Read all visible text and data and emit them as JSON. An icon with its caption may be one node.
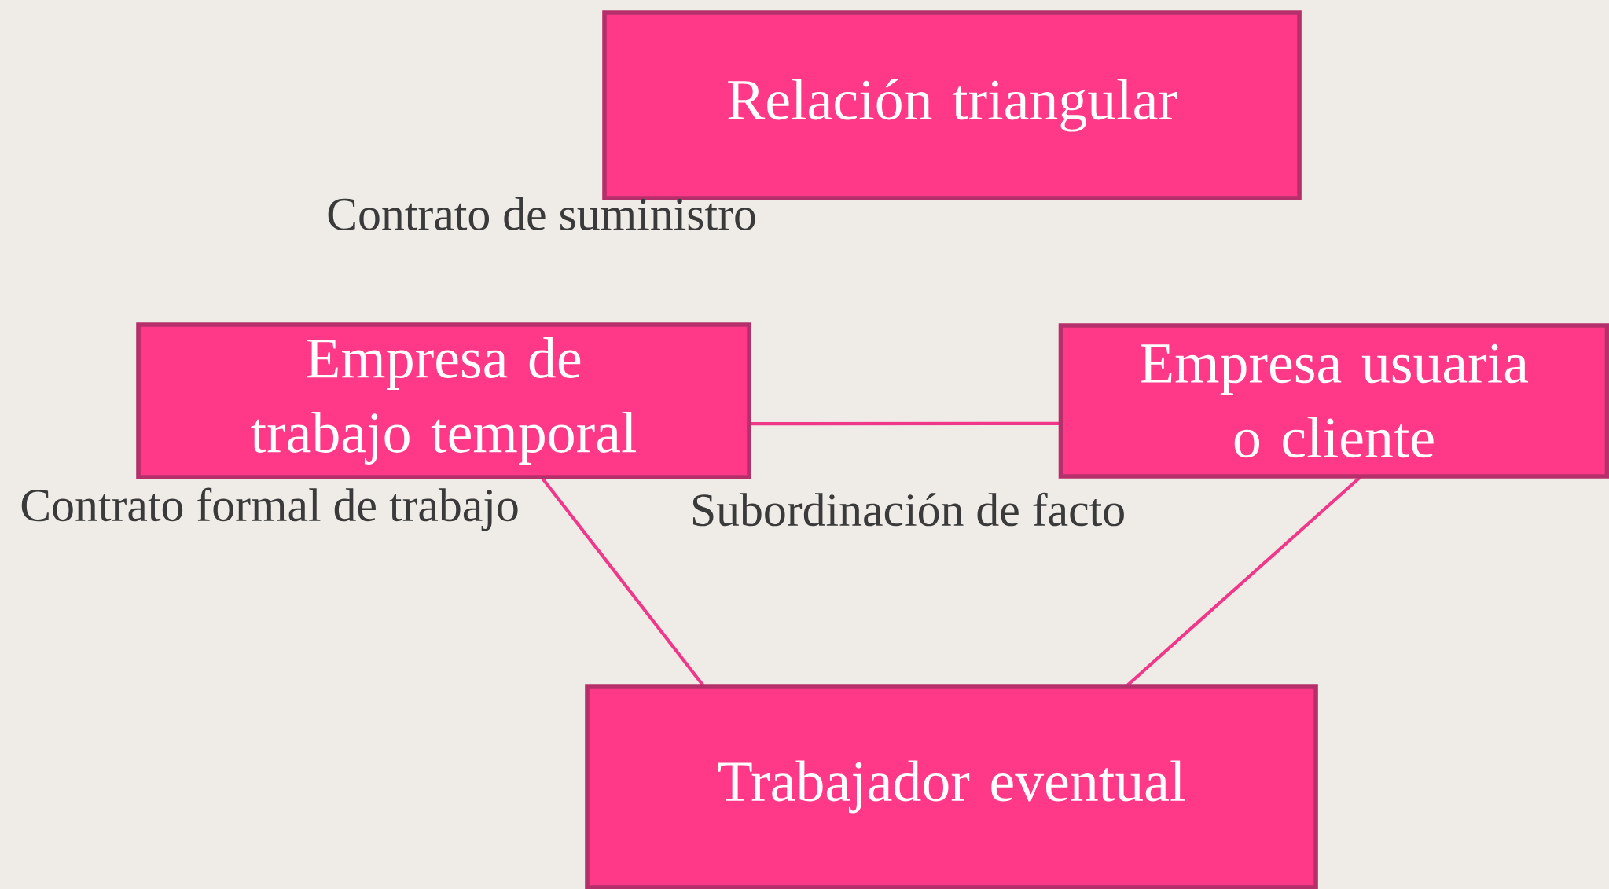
{
  "diagram": {
    "nodes": [
      {
        "text": [
          "Relación triangular"
        ]
      },
      {
        "text": [
          "Empresa de trabajo temporal"
        ]
      },
      {
        "text": [
          "Empresa usuaria o cliente"
        ]
      },
      {
        "text": [
          "Trabajador eventual"
        ]
      }
    ],
    "edges": [
      {
        "from": 1,
        "to": 2,
        "arrow": "none"
      },
      {
        "from": 1,
        "to": 3,
        "arrow": "none"
      },
      {
        "from": 2,
        "to": 3,
        "arrow": "none"
      }
    ],
    "labels": [
      "Contrato de suministro",
      "Contrato formal de trabajo",
      "Subordinación de facto"
    ]
  }
}
